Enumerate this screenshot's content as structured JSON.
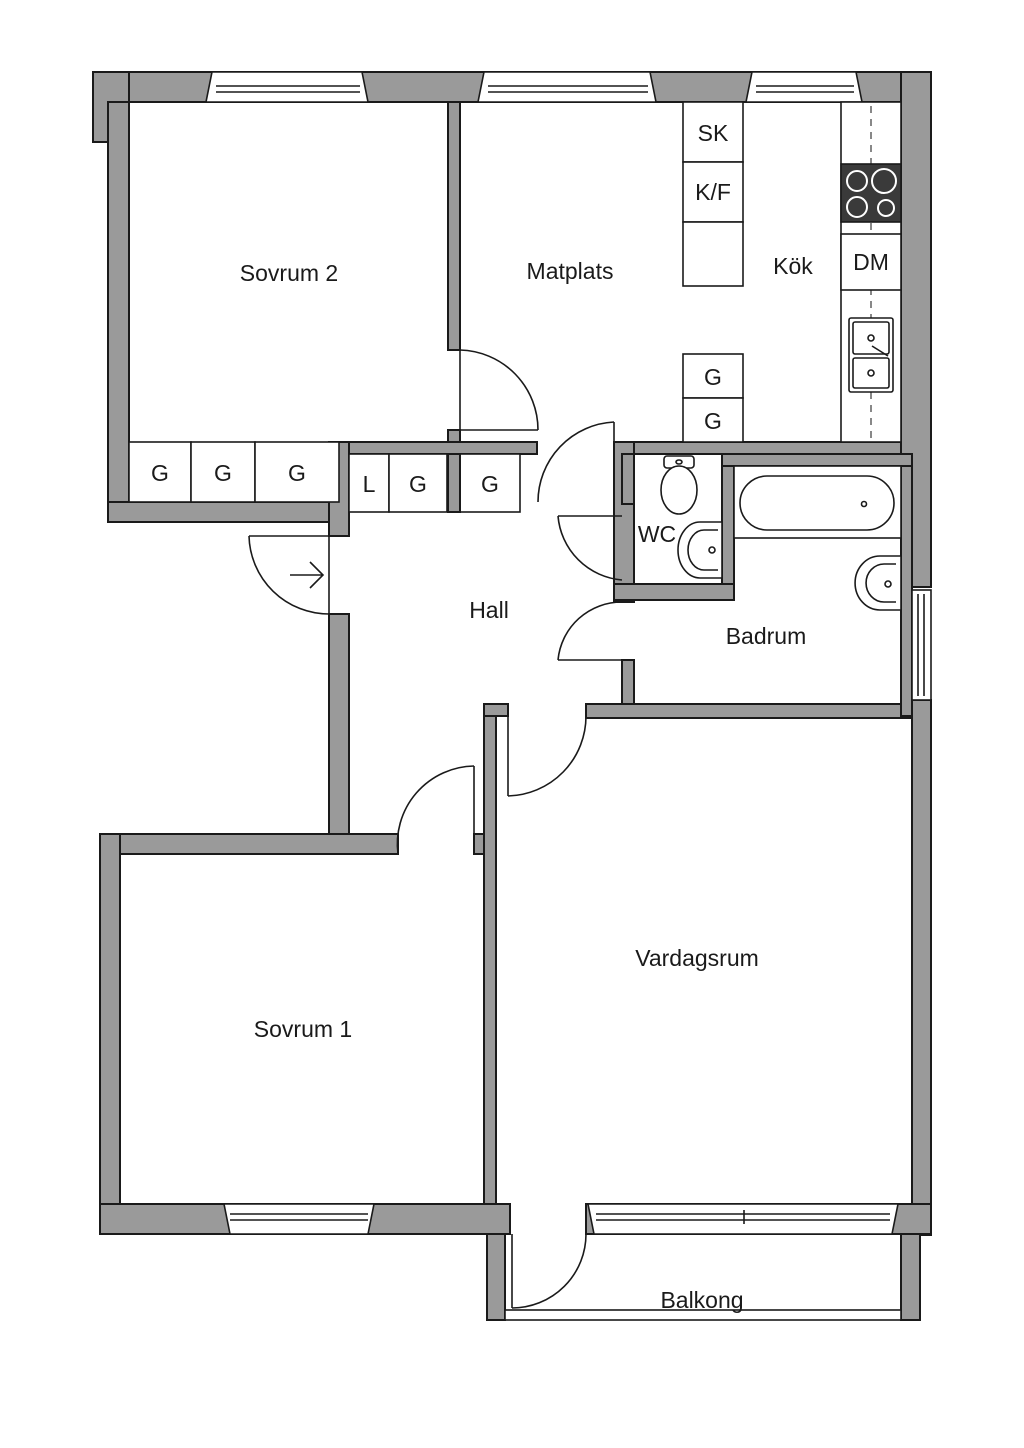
{
  "rooms": {
    "sovrum2": "Sovrum 2",
    "matplats": "Matplats",
    "kok": "Kök",
    "hall": "Hall",
    "wc": "WC",
    "badrum": "Badrum",
    "vardagsrum": "Vardagsrum",
    "sovrum1": "Sovrum 1",
    "balkong": "Balkong"
  },
  "fixtures": {
    "sk": "SK",
    "kf": "K/F",
    "dm": "DM",
    "g": "G",
    "l": "L"
  },
  "colors": {
    "wall": "#9a9a9a",
    "line": "#1a1a1a",
    "stove": "#3a3a3a"
  }
}
